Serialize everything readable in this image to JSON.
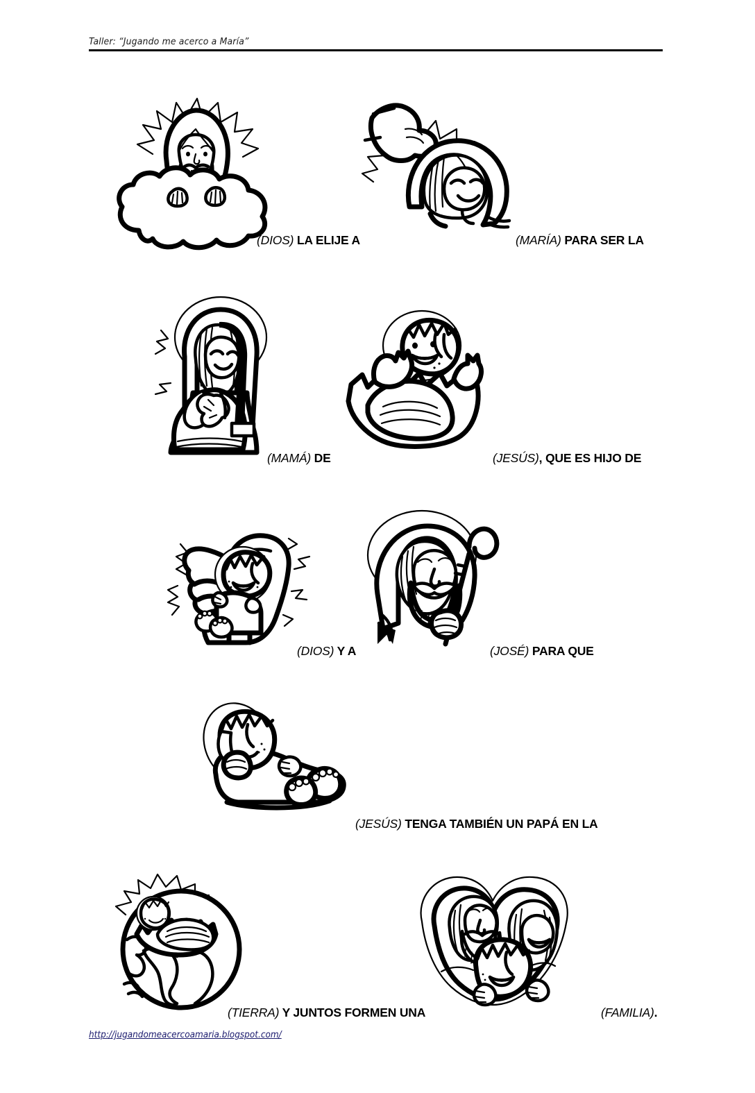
{
  "header": {
    "title": "Taller: “Jugando me acerco a María”"
  },
  "footer": {
    "url": "http://jugandomeacercoamaria.blogspot.com/"
  },
  "colors": {
    "ink": "#000000",
    "link": "#1b1b6e",
    "paper": "#ffffff"
  },
  "sentence_rows": [
    {
      "row": 1,
      "cells": [
        {
          "illustration": "god-on-cloud",
          "caption_tag": "(DIOS)",
          "caption_text": " LA ELIJE A"
        },
        {
          "illustration": "hand-pointing-at-mary",
          "caption_tag": "(MARÍA)",
          "caption_text": " PARA SER LA"
        }
      ]
    },
    {
      "row": 2,
      "cells": [
        {
          "illustration": "pregnant-mary",
          "caption_tag": "(MAMÁ)",
          "caption_text": " DE"
        },
        {
          "illustration": "baby-jesus-in-manger",
          "caption_tag": "(JESÚS)",
          "caption_text": ", QUE ES HIJO DE"
        }
      ]
    },
    {
      "row": 3,
      "cells": [
        {
          "illustration": "gods-hand-holding-baby",
          "caption_tag": "(DIOS)",
          "caption_text": " Y A"
        },
        {
          "illustration": "saint-joseph-with-staff",
          "caption_tag": "(JOSÉ)",
          "caption_text": " PARA QUE"
        }
      ]
    },
    {
      "row": 4,
      "cells": [
        {
          "illustration": "baby-jesus-lying-down",
          "caption_tag": "(JESÚS)",
          "caption_text": " TENGA TAMBIÉN UN PAPÁ EN LA"
        }
      ]
    },
    {
      "row": 5,
      "cells": [
        {
          "illustration": "earth-with-nativity",
          "caption_tag": "(TIERRA)",
          "caption_text": " Y JUNTOS FORMEN UNA"
        },
        {
          "illustration": "holy-family-heart",
          "caption_tag": "(FAMILIA)",
          "caption_text": "."
        }
      ]
    }
  ],
  "captions": {
    "c1a_tag": "(DIOS)",
    "c1a_text": " LA ELIJE A",
    "c1b_tag": "(MARÍA)",
    "c1b_text": " PARA SER LA",
    "c2a_tag": "(MAMÁ)",
    "c2a_text": " DE",
    "c2b_tag": "(JESÚS)",
    "c2b_text": ", QUE ES HIJO DE",
    "c3a_tag": "(DIOS)",
    "c3a_text": " Y A",
    "c3b_tag": "(JOSÉ)",
    "c3b_text": " PARA QUE",
    "c4a_tag": "(JESÚS)",
    "c4a_text": " TENGA TAMBIÉN UN PAPÁ EN LA",
    "c5a_tag": "(TIERRA)",
    "c5a_text": " Y JUNTOS FORMEN UNA",
    "c5b_tag": "(FAMILIA)",
    "c5b_text": "."
  },
  "illustrations": {
    "god_on_cloud": "god-on-cloud-illustration",
    "hand_pointing_mary": "hand-pointing-at-mary-illustration",
    "pregnant_mary": "pregnant-mary-illustration",
    "baby_in_manger": "baby-jesus-in-manger-illustration",
    "gods_hand_baby": "gods-hand-holding-baby-illustration",
    "saint_joseph": "saint-joseph-with-staff-illustration",
    "baby_lying": "baby-jesus-lying-down-illustration",
    "earth_nativity": "earth-with-nativity-illustration",
    "holy_family": "holy-family-heart-illustration"
  }
}
